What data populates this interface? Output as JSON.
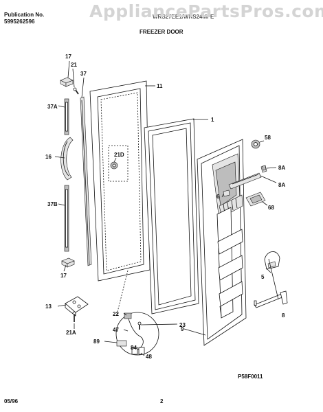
{
  "header": {
    "publication_label": "Publication No.",
    "publication_number": "5995262596",
    "model": "WRS27EE1/WRS24MFE",
    "watermark": "AppliancePartsPros.com",
    "title": "FREEZER DOOR"
  },
  "footer": {
    "date": "05/96",
    "page": "2",
    "diagram_code": "P58F0011"
  },
  "part_labels": [
    "17",
    "21",
    "37",
    "11",
    "37A",
    "21D",
    "16",
    "37B",
    "17",
    "1",
    "58",
    "8A",
    "8A",
    "6",
    "68",
    "5",
    "8",
    "9",
    "13",
    "21A",
    "22",
    "47",
    "89",
    "23",
    "84",
    "48"
  ]
}
